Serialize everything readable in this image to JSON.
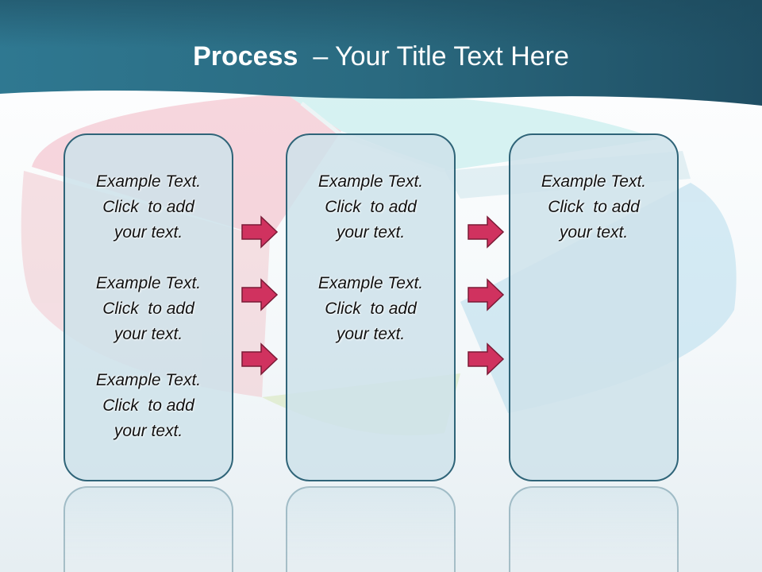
{
  "header": {
    "title_main": "Process",
    "title_rest": "  – Your Title Text Here"
  },
  "colors": {
    "header_band": "#3a7c93",
    "box_fill": "#cfe3ea",
    "box_border": "#2f6478",
    "arrow_fill": "#d0325f"
  },
  "columns": [
    {
      "items": [
        {
          "l1": "Example Text.",
          "l2": "Click  to add",
          "l3": "your text."
        },
        {
          "l1": "Example Text.",
          "l2": "Click  to add",
          "l3": "your text."
        },
        {
          "l1": "Example Text.",
          "l2": "Click  to add",
          "l3": "your text."
        }
      ]
    },
    {
      "items": [
        {
          "l1": "Example Text.",
          "l2": "Click  to add",
          "l3": "your text."
        },
        {
          "l1": "Example Text.",
          "l2": "Click  to add",
          "l3": "your text."
        }
      ]
    },
    {
      "items": [
        {
          "l1": "Example Text.",
          "l2": "Click  to add",
          "l3": "your text."
        }
      ]
    }
  ]
}
